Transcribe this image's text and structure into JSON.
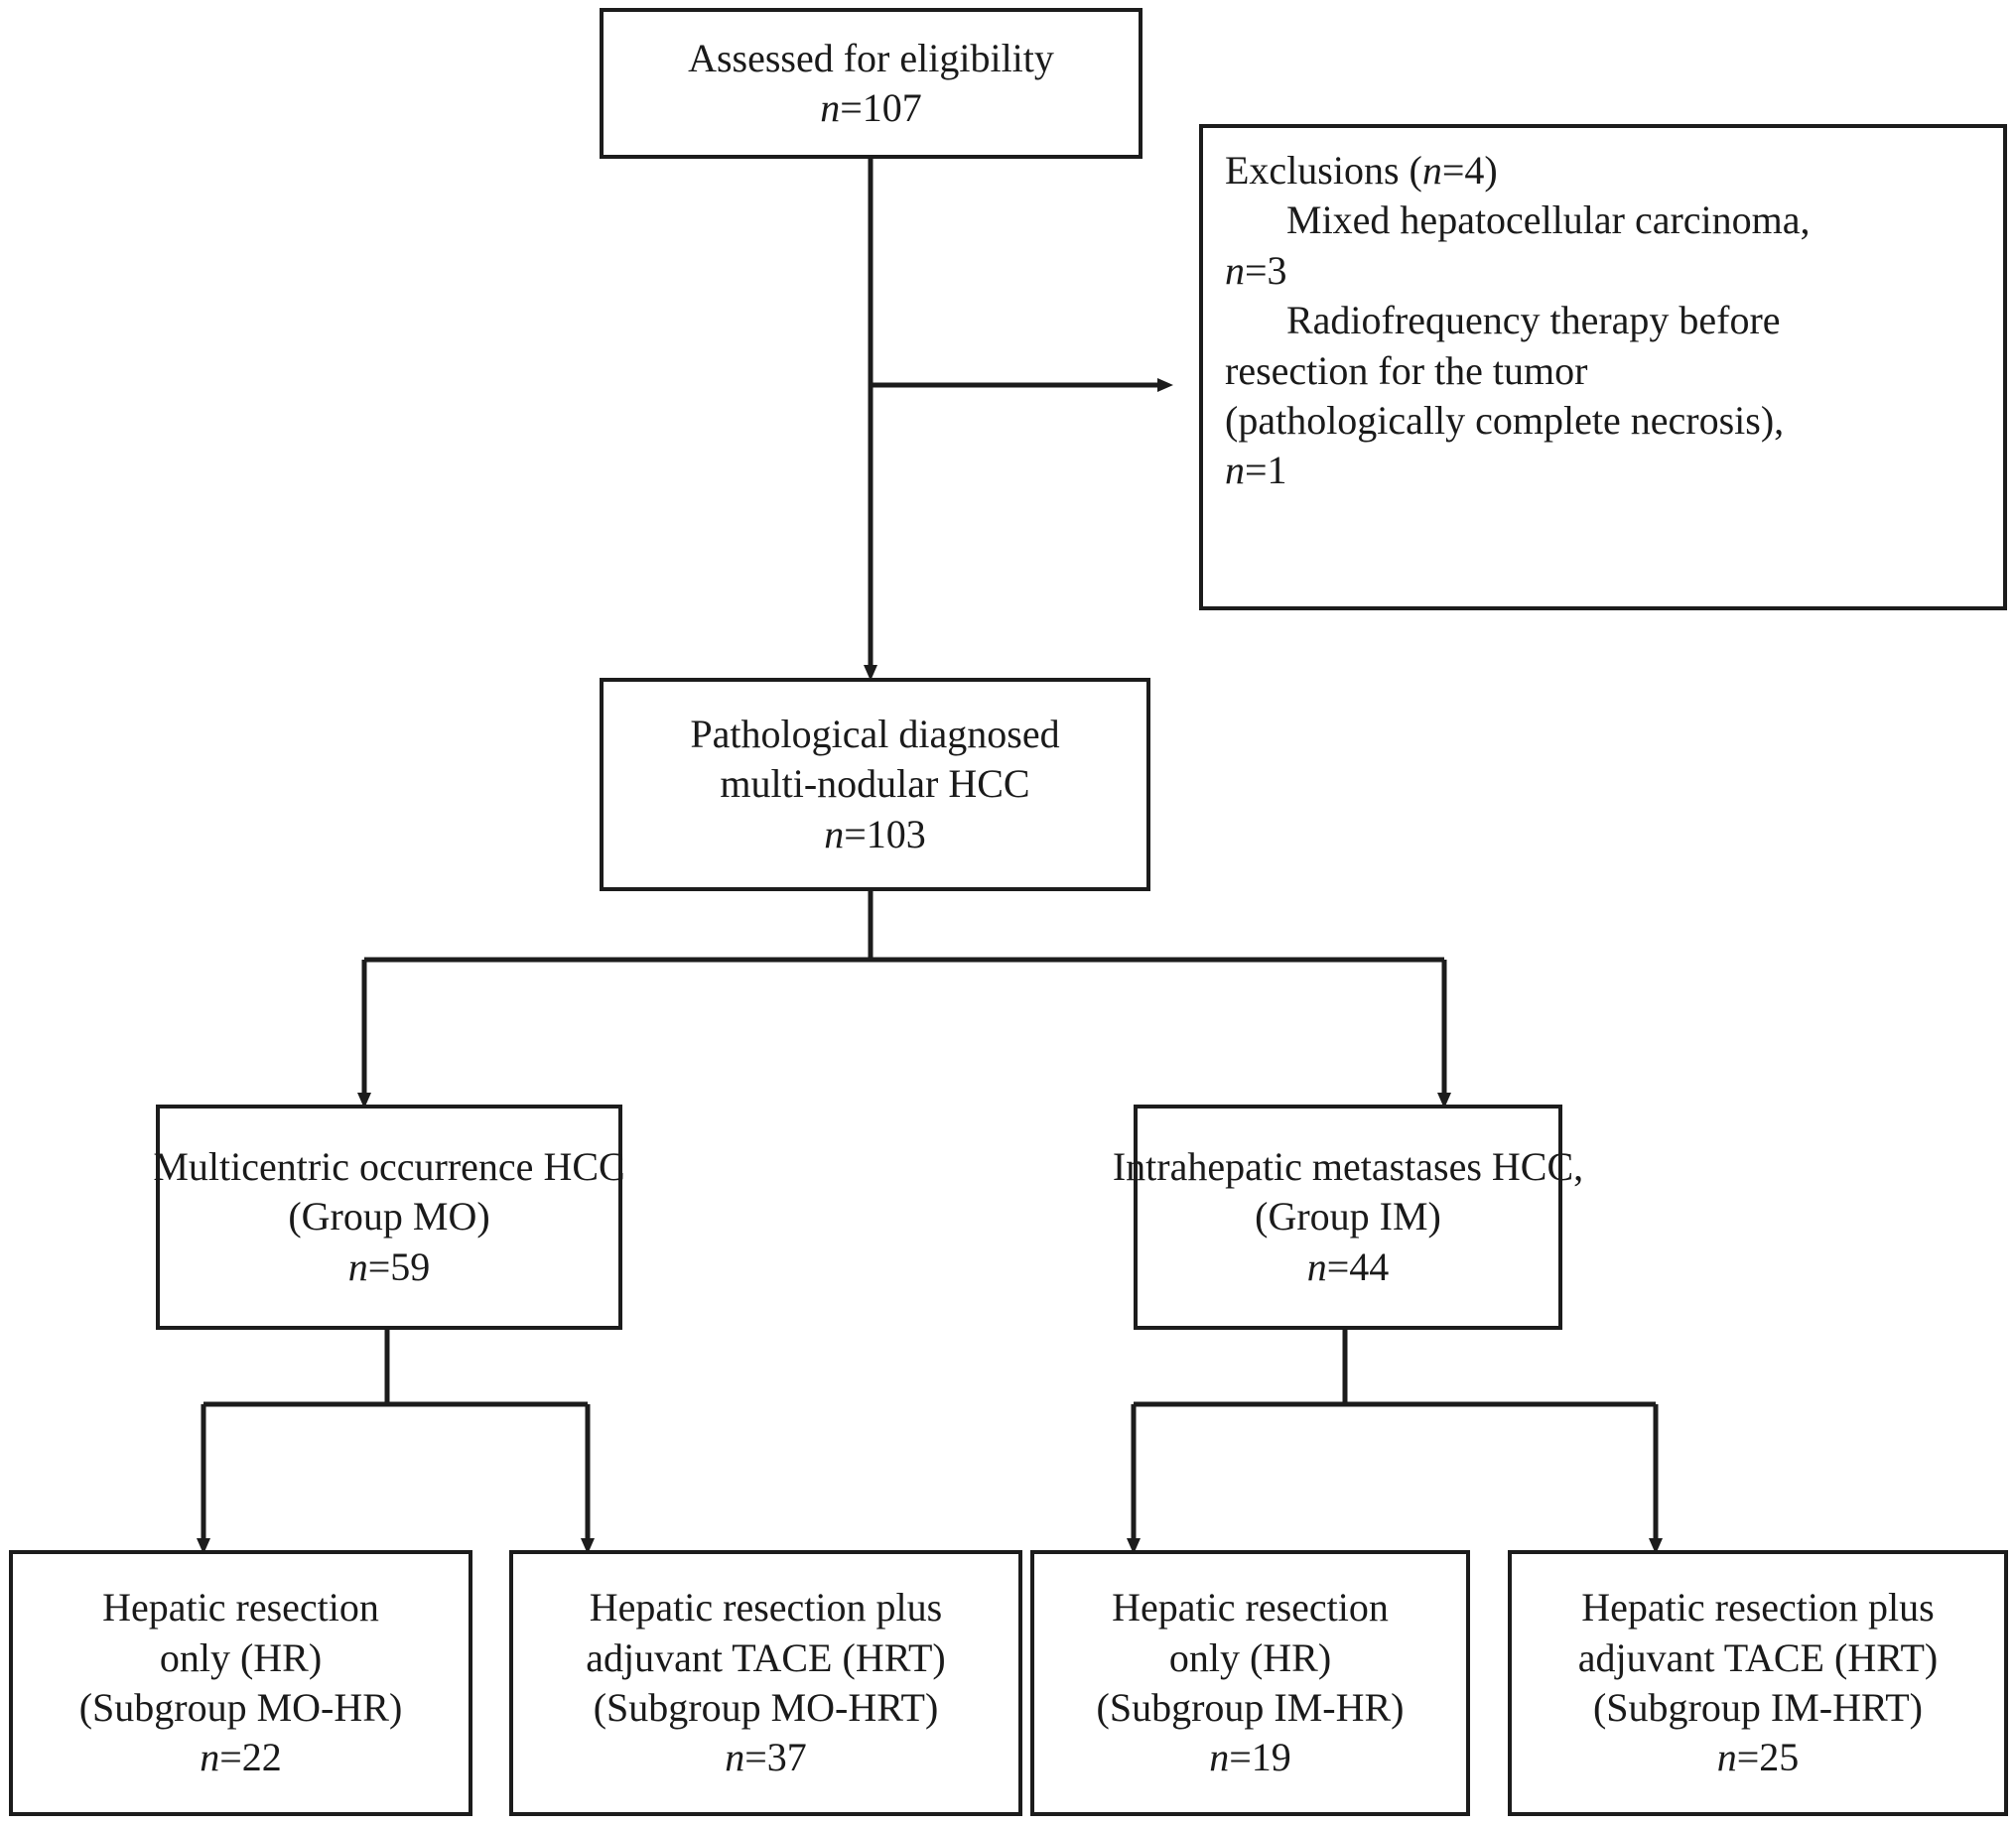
{
  "diagram": {
    "title": "Patient enrollment flow chart for multi-nodular HCC study",
    "type": "flowchart",
    "line_color": "#1c1c1c",
    "background": "#ffffff"
  },
  "nodes": {
    "assessed": {
      "id": "assessed-for-eligibility",
      "lines": [
        "Assessed for eligibility"
      ],
      "n_label": "n",
      "n_value": "=107"
    },
    "exclusions": {
      "id": "exclusions",
      "heading_pre": "Exclusions (",
      "heading_n": "n",
      "heading_post": "=4)",
      "items": [
        {
          "text": "Mixed hepatocellular carcinoma,",
          "n_label": "n",
          "n_value": "=3"
        },
        {
          "text": "Radiofrequency therapy before resection for the tumor (pathologically complete necrosis),",
          "n_label": "n",
          "n_value": "=1"
        }
      ],
      "line1": "Mixed hepatocellular carcinoma,",
      "line2_n": "n",
      "line2_v": "=3",
      "line3": "Radiofrequency therapy before",
      "line4": "resection for the tumor",
      "line5": "(pathologically complete necrosis),",
      "line6_n": "n",
      "line6_v": "=1"
    },
    "pathological": {
      "id": "pathological-diagnosed",
      "line1": "Pathological diagnosed",
      "line2": "multi-nodular HCC",
      "n_label": "n",
      "n_value": "=103"
    },
    "group_mo": {
      "id": "multicentric-occurrence-hcc",
      "line1": "Multicentric occurrence HCC",
      "line2": "(Group MO)",
      "n_label": "n",
      "n_value": "=59"
    },
    "group_im": {
      "id": "intrahepatic-metastases-hcc",
      "line1": "Intrahepatic metastases HCC,",
      "line2": "(Group IM)",
      "n_label": "n",
      "n_value": "=44"
    },
    "mo_hr": {
      "id": "subgroup-mo-hr",
      "line1": "Hepatic resection",
      "line2": "only (HR)",
      "line3": "(Subgroup MO-HR)",
      "n_label": "n",
      "n_value": "=22"
    },
    "mo_hrt": {
      "id": "subgroup-mo-hrt",
      "line1": "Hepatic resection plus",
      "line2": "adjuvant TACE (HRT)",
      "line3": "(Subgroup MO-HRT)",
      "n_label": "n",
      "n_value": "=37"
    },
    "im_hr": {
      "id": "subgroup-im-hr",
      "line1": "Hepatic resection",
      "line2": "only (HR)",
      "line3": "(Subgroup IM-HR)",
      "n_label": "n",
      "n_value": "=19"
    },
    "im_hrt": {
      "id": "subgroup-im-hrt",
      "line1": "Hepatic resection plus",
      "line2": "adjuvant TACE (HRT)",
      "line3": "(Subgroup IM-HRT)",
      "n_label": "n",
      "n_value": "=25"
    }
  },
  "counts": {
    "assessed": 107,
    "excluded_total": 4,
    "excluded_mixed_hcc": 3,
    "excluded_rfa_before_resection": 1,
    "included": 103,
    "group_mo": 59,
    "group_im": 44,
    "mo_hr": 22,
    "mo_hrt": 37,
    "im_hr": 19,
    "im_hrt": 25
  }
}
